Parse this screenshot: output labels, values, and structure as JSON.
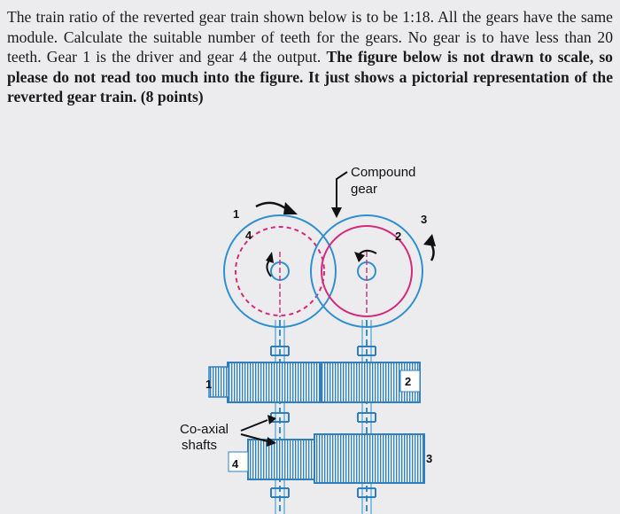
{
  "problem": {
    "part1": "The train ratio of the reverted gear train shown below is to be 1:18. All the gears have the same module. Calculate the suitable number of teeth for the gears. No gear is to have less than 20 teeth. Gear 1 is the driver and gear 4 the output. ",
    "bold1": "The figure below is not drawn to scale, so please do not read too much into the figure. It just shows a pictorial representation of the reverted gear train. (8 points)"
  },
  "figure": {
    "compound_label_line1": "Compound",
    "compound_label_line2": "gear",
    "coaxial_label_line1": "Co-axial",
    "coaxial_label_line2": "shafts",
    "top_labels": {
      "g1": "1",
      "g4": "4",
      "g2": "2",
      "g3": "3"
    },
    "side_labels": {
      "g1": "1",
      "g2": "2",
      "g4": "4",
      "g3": "3"
    },
    "colors": {
      "gear_blue": "#2f8fcf",
      "gear_magenta": "#d42a7a",
      "centerline": "#c73a86",
      "ink": "#111111"
    }
  }
}
